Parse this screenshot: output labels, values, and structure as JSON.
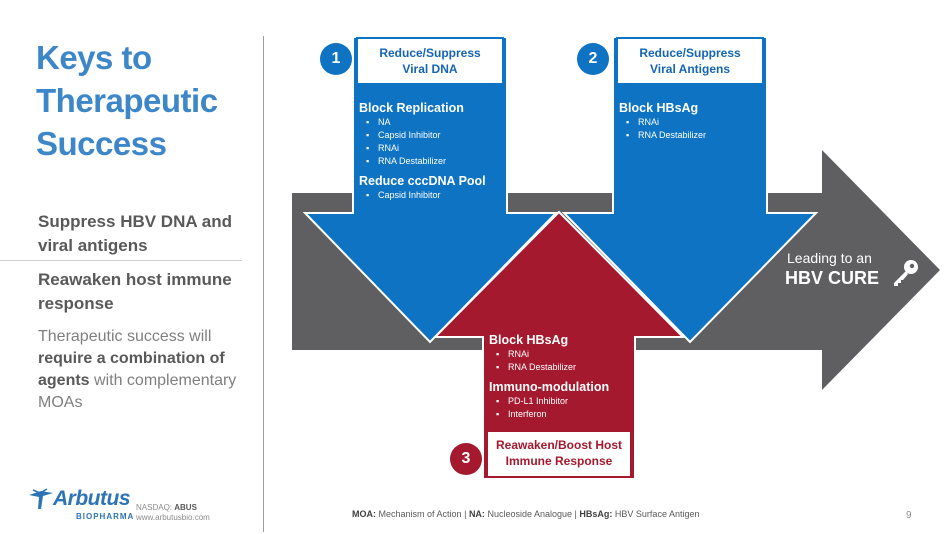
{
  "sidebar": {
    "title_lines": [
      "Keys to",
      "Therapeutic",
      "Success"
    ],
    "point1": "Suppress HBV DNA and viral antigens",
    "point2": "Reawaken host immune response",
    "body_prefix": "Therapeutic success will",
    "body_bold": "require a combination of agents",
    "body_suffix": "with complementary MOAs"
  },
  "logo": {
    "name": "Arbutus",
    "sub": "BIOPHARMA",
    "nasdaq_label": "NASDAQ:",
    "nasdaq_ticker": "ABUS",
    "website": "www.arbutusbio.com"
  },
  "diagram": {
    "colors": {
      "blue": "#0e73c2",
      "red": "#a5192e",
      "gray": "#5f5f61"
    },
    "box1": {
      "number": "1",
      "heading_line1": "Reduce/Suppress",
      "heading_line2": "Viral DNA",
      "group1_title": "Block Replication",
      "group1_items": [
        "NA",
        "Capsid Inhibitor",
        "RNAi",
        "RNA Destabilizer"
      ],
      "group2_title": "Reduce cccDNA Pool",
      "group2_items": [
        "Capsid Inhibitor"
      ]
    },
    "box2": {
      "number": "2",
      "heading_line1": "Reduce/Suppress",
      "heading_line2": "Viral Antigens",
      "group1_title": "Block HBsAg",
      "group1_items": [
        "RNAi",
        "RNA Destabilizer"
      ]
    },
    "box3": {
      "number": "3",
      "heading_line1": "Reawaken/Boost Host",
      "heading_line2": "Immune Response",
      "group1_title": "Block HBsAg",
      "group1_items": [
        "RNAi",
        "RNA Destabilizer"
      ],
      "group2_title": "Immuno-modulation",
      "group2_items": [
        "PD-L1 Inhibitor",
        "Interferon"
      ]
    },
    "leading_line1": "Leading to an",
    "leading_line2": "HBV CURE",
    "key_icon": "key-icon"
  },
  "footer": {
    "moa_label": "MOA:",
    "moa_text": "Mechanism of Action",
    "sep1": "|",
    "na_label": "NA:",
    "na_text": "Nucleoside Analogue",
    "sep2": "|",
    "hbsag_label": "HBsAg:",
    "hbsag_text": "HBV Surface Antigen",
    "page_number": "9"
  }
}
